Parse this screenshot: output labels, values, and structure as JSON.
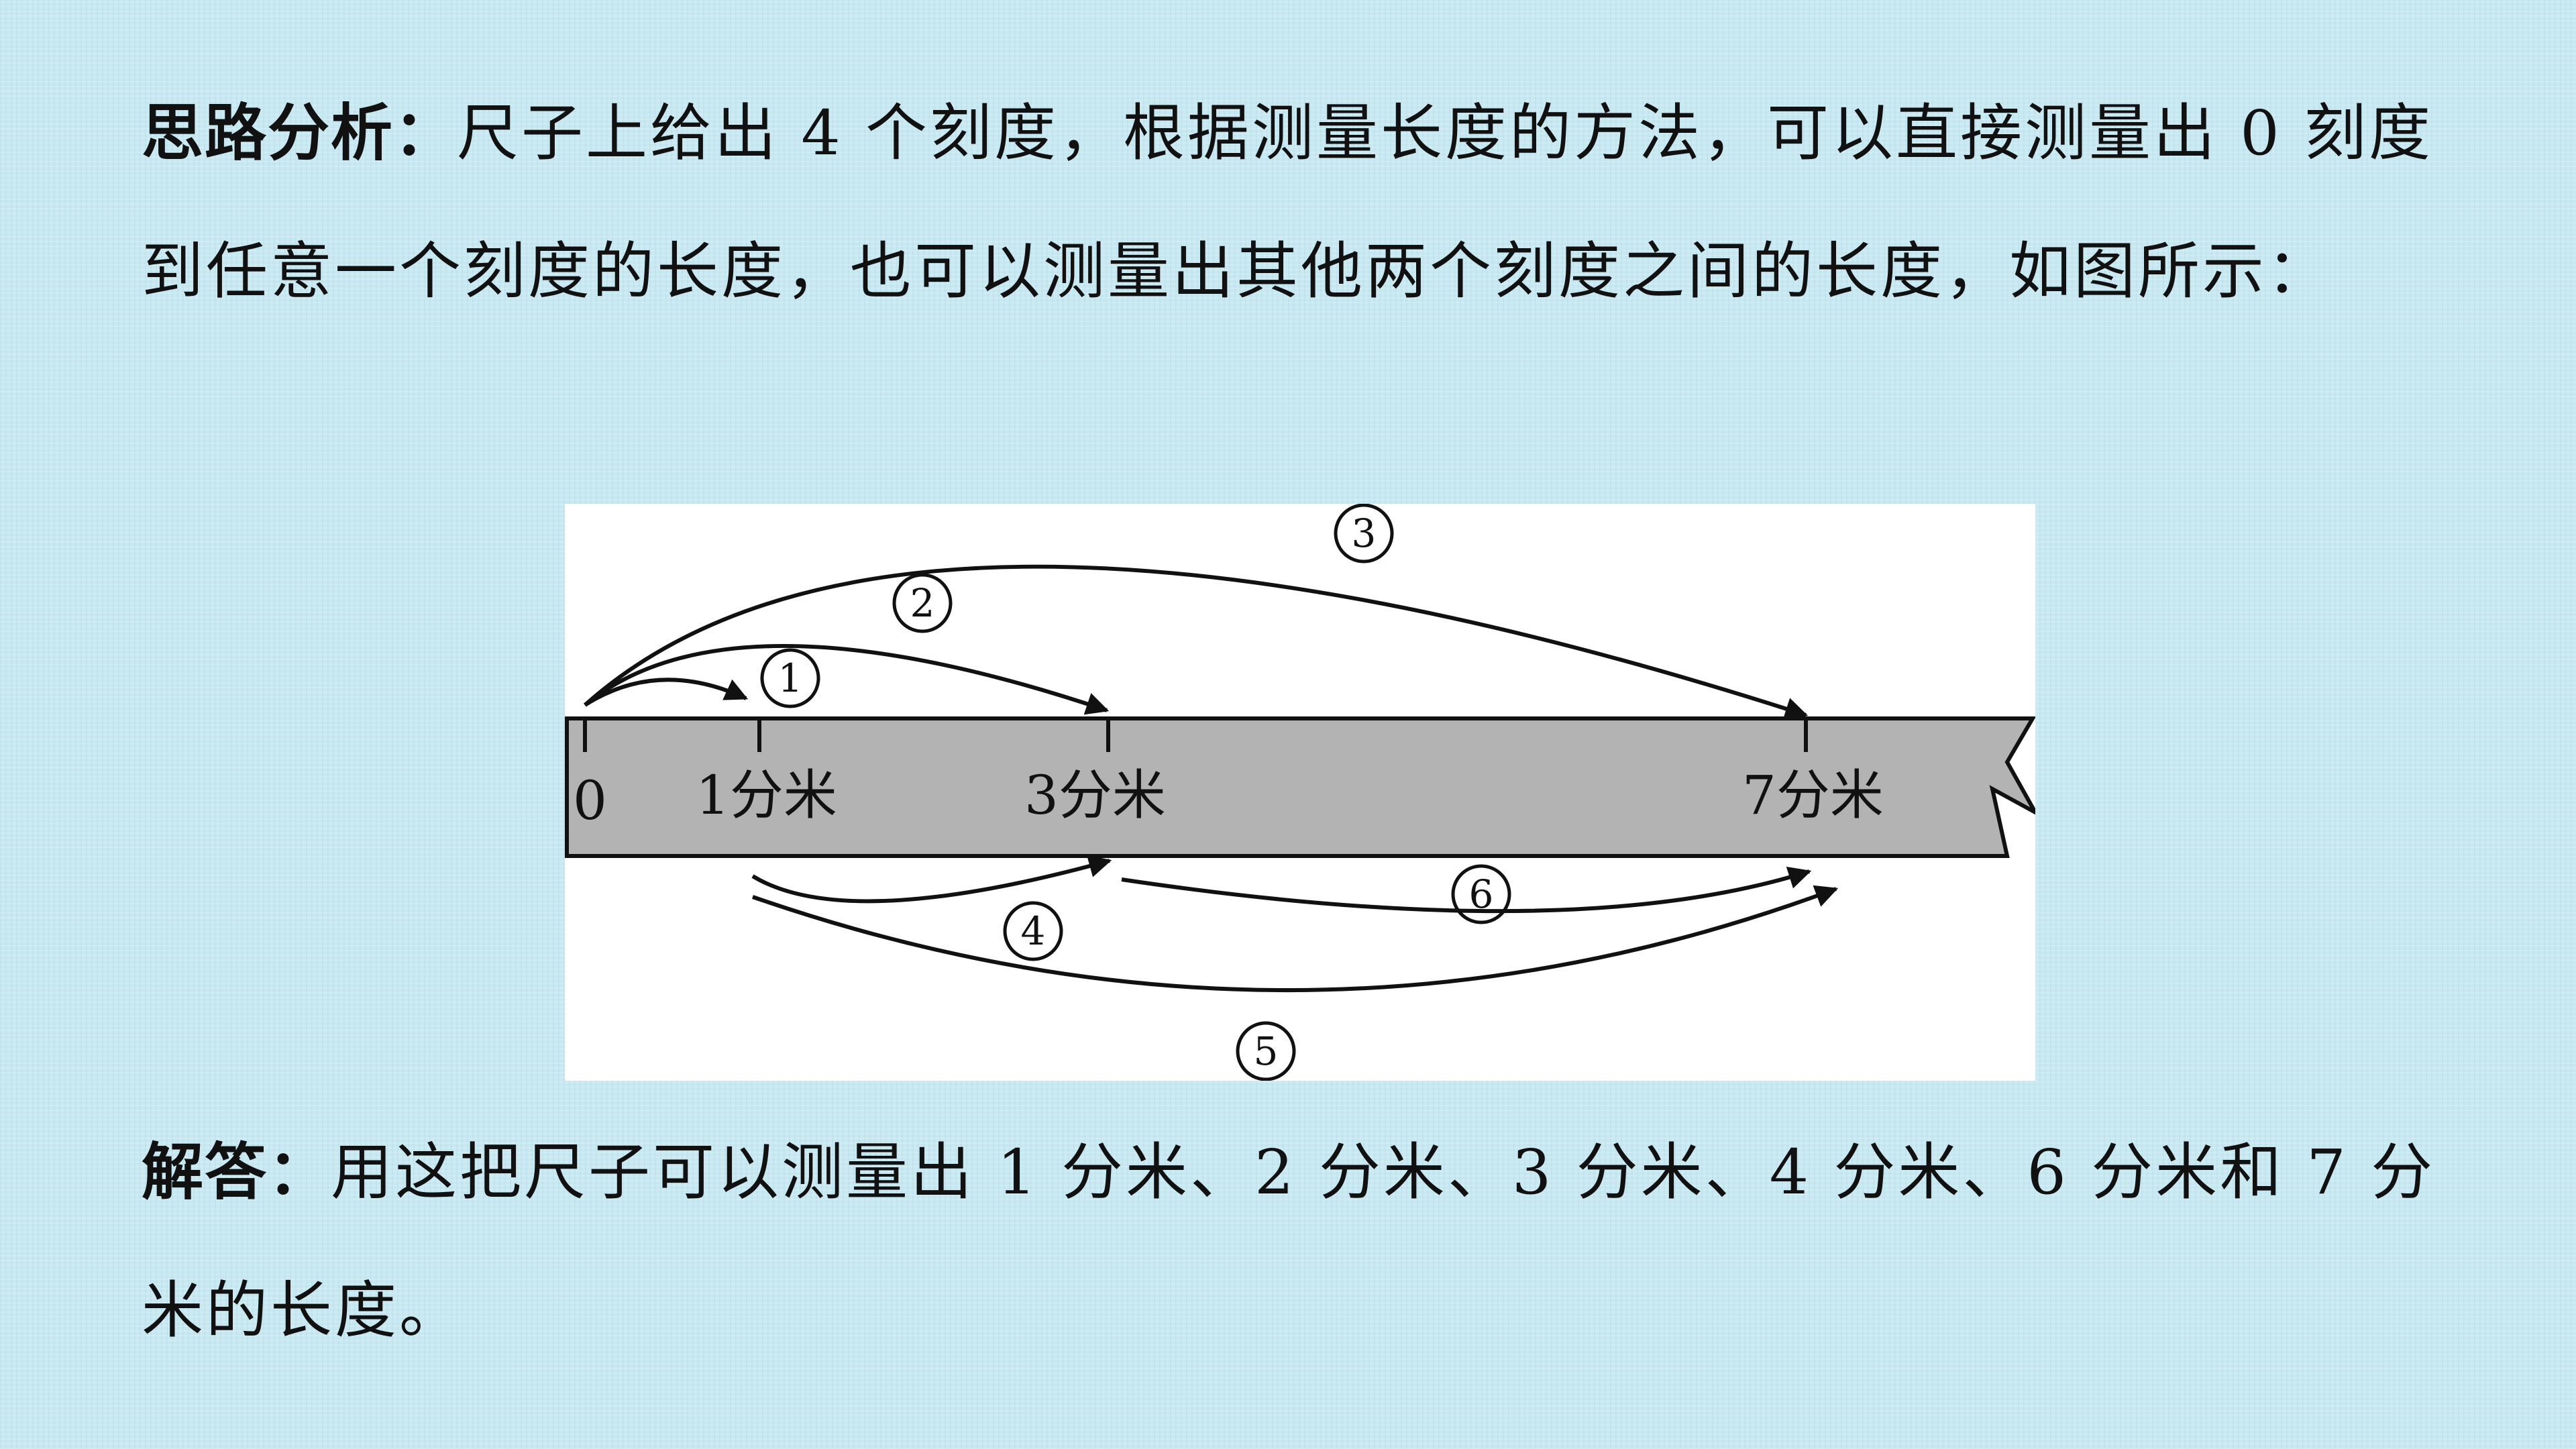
{
  "analysis": {
    "label": "思路分析：",
    "text": "尺子上给出 4 个刻度，根据测量长度的方法，可以直接测量出 0 刻度到任意一个刻度的长度，也可以测量出其他两个刻度之间的长度，如图所示："
  },
  "figure": {
    "ticks": [
      {
        "label": "0"
      },
      {
        "label": "1分米"
      },
      {
        "label": "3分米"
      },
      {
        "label": "7分米"
      }
    ],
    "arcs": [
      {
        "marker": "①"
      },
      {
        "marker": "②"
      },
      {
        "marker": "③"
      },
      {
        "marker": "④"
      },
      {
        "marker": "⑤"
      },
      {
        "marker": "⑥"
      }
    ],
    "colors": {
      "ruler_fill": "#b3b3b3",
      "stroke": "#111111",
      "panel": "#ffffff"
    }
  },
  "answer": {
    "label": "解答：",
    "text": "用这把尺子可以测量出 1 分米、2 分米、3 分米、4 分米、6 分米和 7 分米的长度。"
  }
}
